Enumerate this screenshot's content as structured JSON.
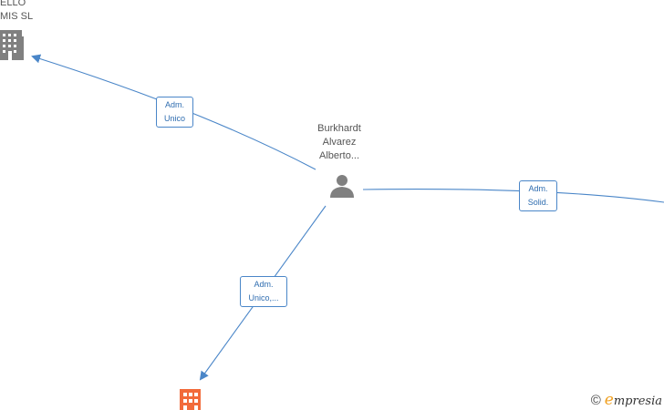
{
  "nodes": {
    "center": {
      "line1": "Burkhardt",
      "line2": "Alvarez",
      "line3": "Alberto..."
    },
    "top_left": {
      "line1": "ELLO",
      "line2": "MIS  SL"
    }
  },
  "edges": {
    "top_left": {
      "line1": "Adm.",
      "line2": "Unico"
    },
    "right": {
      "line1": "Adm.",
      "line2": "Solid."
    },
    "bottom": {
      "line1": "Adm.",
      "line2": "Unico,..."
    }
  },
  "colors": {
    "edge": "#4a86c8",
    "person_icon": "#808080",
    "company_gray": "#808080",
    "company_orange": "#f26a3a"
  },
  "watermark": {
    "copyright": "©",
    "brand_initial": "e",
    "brand_rest": "mpresia"
  }
}
